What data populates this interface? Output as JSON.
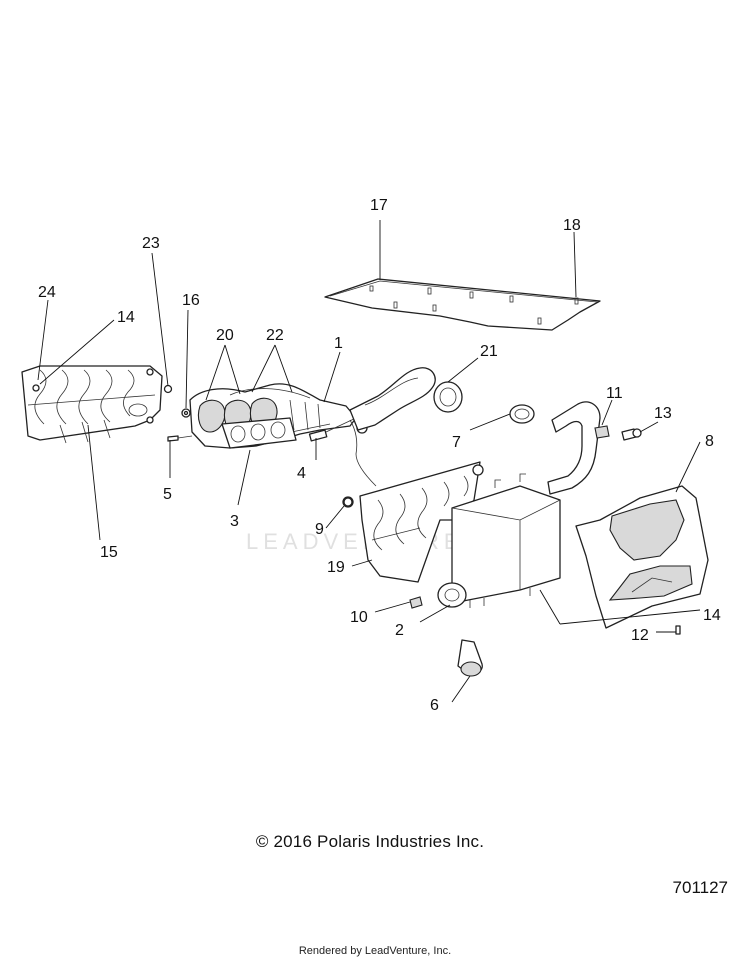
{
  "callouts": [
    {
      "id": "c1",
      "text": "1"
    },
    {
      "id": "c2",
      "text": "2"
    },
    {
      "id": "c3",
      "text": "3"
    },
    {
      "id": "c4",
      "text": "4"
    },
    {
      "id": "c5",
      "text": "5"
    },
    {
      "id": "c6",
      "text": "6"
    },
    {
      "id": "c7",
      "text": "7"
    },
    {
      "id": "c8",
      "text": "8"
    },
    {
      "id": "c9",
      "text": "9"
    },
    {
      "id": "c10",
      "text": "10"
    },
    {
      "id": "c11",
      "text": "11"
    },
    {
      "id": "c12",
      "text": "12"
    },
    {
      "id": "c13",
      "text": "13"
    },
    {
      "id": "c14a",
      "text": "14"
    },
    {
      "id": "c14b",
      "text": "14"
    },
    {
      "id": "c15",
      "text": "15"
    },
    {
      "id": "c16",
      "text": "16"
    },
    {
      "id": "c17",
      "text": "17"
    },
    {
      "id": "c18",
      "text": "18"
    },
    {
      "id": "c19",
      "text": "19"
    },
    {
      "id": "c20",
      "text": "20"
    },
    {
      "id": "c21",
      "text": "21"
    },
    {
      "id": "c22",
      "text": "22"
    },
    {
      "id": "c23",
      "text": "23"
    },
    {
      "id": "c24",
      "text": "24"
    }
  ],
  "watermark": "LEADVENTURE",
  "copyright": "© 2016 Polaris Industries Inc.",
  "document_number": "701127",
  "rendered_by": "Rendered by LeadVenture, Inc."
}
